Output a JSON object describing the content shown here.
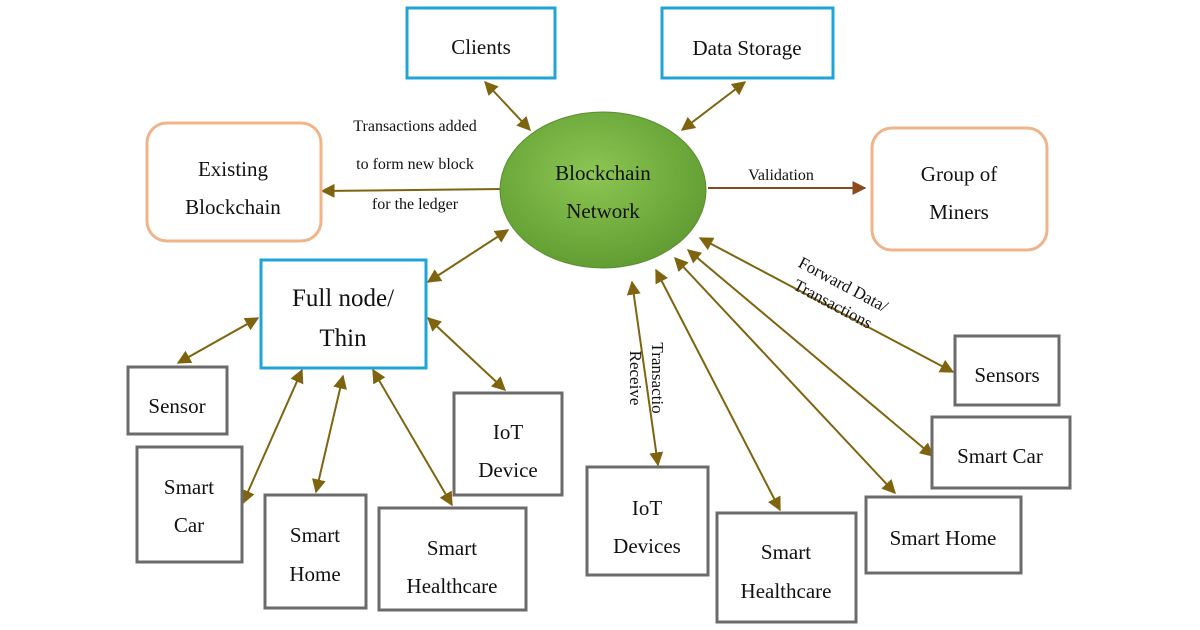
{
  "colors": {
    "blue_border": "#1fa4d6",
    "orange_border": "#f0b48a",
    "gray_border": "#6b6b6b",
    "arrow": "#7f6410",
    "validation_arrow": "#8a4a1c",
    "hub_fill": "#76b043"
  },
  "nodes": {
    "hub": {
      "line1": "Blockchain",
      "line2": "Network"
    },
    "clients": "Clients",
    "data_storage": "Data Storage",
    "existing_blockchain": {
      "line1": "Existing",
      "line2": "Blockchain"
    },
    "group_of_miners": {
      "line1": "Group of",
      "line2": "Miners"
    },
    "full_node": {
      "line1": "Full node/",
      "line2": "Thin"
    },
    "left_devices": {
      "sensor": "Sensor",
      "smart_car": {
        "line1": "Smart",
        "line2": "Car"
      },
      "smart_home": {
        "line1": "Smart",
        "line2": "Home"
      },
      "smart_healthcare": {
        "line1": "Smart",
        "line2": "Healthcare"
      },
      "iot_device": {
        "line1": "IoT",
        "line2": "Device"
      }
    },
    "right_devices": {
      "iot_devices": {
        "line1": "IoT",
        "line2": "Devices"
      },
      "smart_healthcare": {
        "line1": "Smart",
        "line2": "Healthcare"
      },
      "smart_home": "Smart Home",
      "smart_car": "Smart Car",
      "sensors": "Sensors"
    }
  },
  "edge_labels": {
    "transactions_added": {
      "line1": "Transactions added",
      "line2": "to form new block",
      "line3": "for the ledger"
    },
    "validation": "Validation",
    "forward_data": {
      "line1": "Forward Data/",
      "line2": "Transactions"
    },
    "transaction_receive": {
      "line1": "Transactio",
      "line2": "Receive"
    }
  }
}
